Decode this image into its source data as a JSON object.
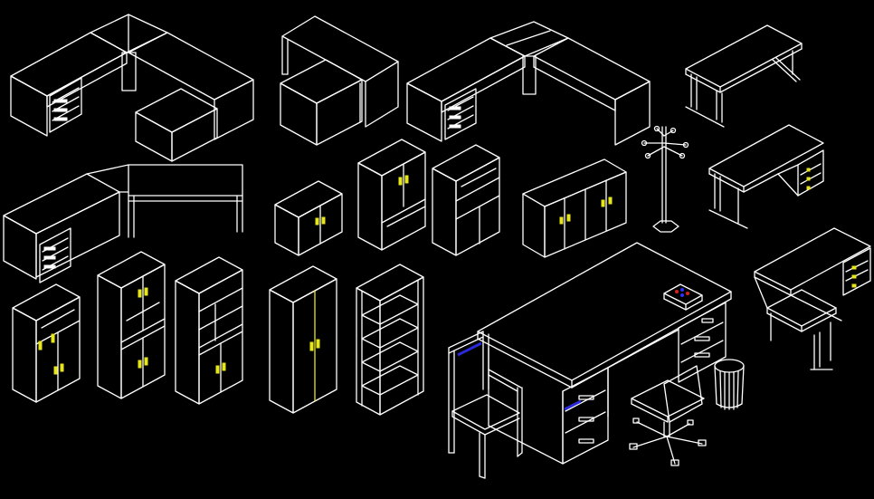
{
  "drawing": {
    "background": "#000000",
    "line_color": "#ffffff",
    "handle_color": "#e6e61a",
    "accent_blue": "#2a2ad8"
  },
  "items": [
    {
      "id": "l-desk-with-return-1",
      "icon": "l-shaped-desk-icon"
    },
    {
      "id": "l-desk-with-return-2",
      "icon": "l-shaped-desk-icon"
    },
    {
      "id": "corner-desk",
      "icon": "corner-desk-icon"
    },
    {
      "id": "simple-table",
      "icon": "table-icon"
    },
    {
      "id": "desk-with-side-drawers",
      "icon": "desk-icon"
    },
    {
      "id": "l-desk-with-table",
      "icon": "l-shaped-desk-icon"
    },
    {
      "id": "low-cabinet",
      "icon": "cabinet-icon"
    },
    {
      "id": "tall-cabinet",
      "icon": "cabinet-icon"
    },
    {
      "id": "open-bookshelf",
      "icon": "bookshelf-icon"
    },
    {
      "id": "sideboard",
      "icon": "sideboard-icon"
    },
    {
      "id": "coat-stand",
      "icon": "coat-stand-icon"
    },
    {
      "id": "corner-workstation",
      "icon": "l-shaped-desk-icon"
    },
    {
      "id": "display-cabinet-small",
      "icon": "cabinet-icon"
    },
    {
      "id": "double-cabinet",
      "icon": "cabinet-icon"
    },
    {
      "id": "shelf-cabinet",
      "icon": "bookshelf-icon"
    },
    {
      "id": "wardrobe",
      "icon": "wardrobe-icon"
    },
    {
      "id": "shelving-unit",
      "icon": "bookshelf-icon"
    },
    {
      "id": "executive-desk",
      "icon": "desk-icon"
    },
    {
      "id": "desk-organizer",
      "icon": "tray-icon"
    },
    {
      "id": "wooden-chair",
      "icon": "chair-icon"
    },
    {
      "id": "office-swivel-chair",
      "icon": "swivel-chair-icon"
    },
    {
      "id": "waste-basket",
      "icon": "waste-basket-icon"
    }
  ]
}
